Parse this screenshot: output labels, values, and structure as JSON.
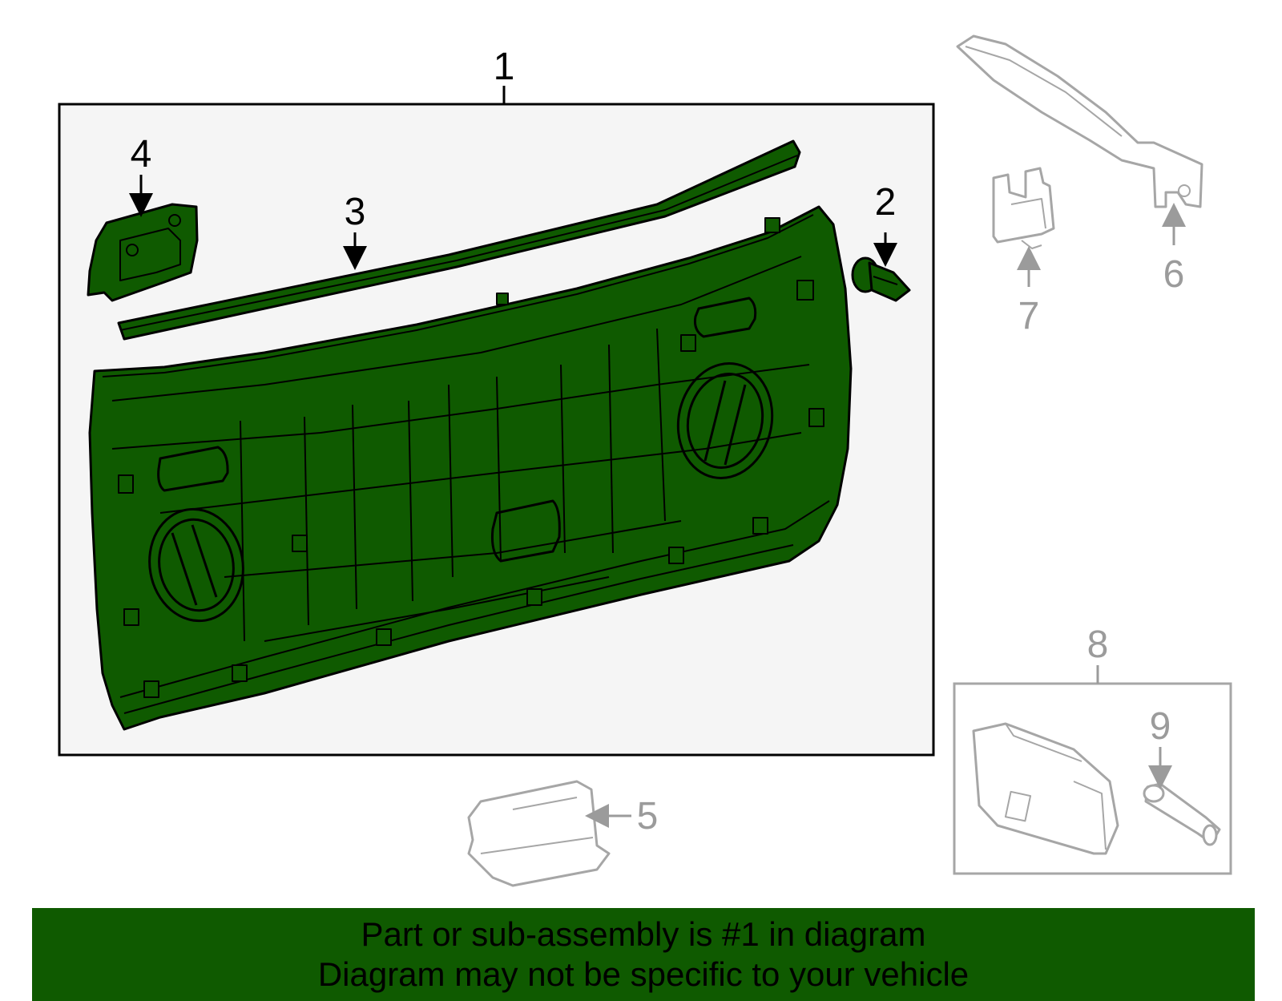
{
  "diagram": {
    "callouts": [
      {
        "number": "1",
        "state": "highlighted"
      },
      {
        "number": "2",
        "state": "highlighted"
      },
      {
        "number": "3",
        "state": "highlighted"
      },
      {
        "number": "4",
        "state": "highlighted"
      },
      {
        "number": "5",
        "state": "greyed"
      },
      {
        "number": "6",
        "state": "greyed"
      },
      {
        "number": "7",
        "state": "greyed"
      },
      {
        "number": "8",
        "state": "greyed"
      },
      {
        "number": "9",
        "state": "greyed"
      }
    ]
  },
  "banner": {
    "line1": "Part or sub-assembly is #1 in diagram",
    "line2": "Diagram may not be specific to your vehicle"
  },
  "colors": {
    "highlight_fill": "#0f5a00",
    "greyed_stroke": "#a6a6a6",
    "banner_background": "#0f5a00",
    "frame_background": "#f5f5f5"
  }
}
